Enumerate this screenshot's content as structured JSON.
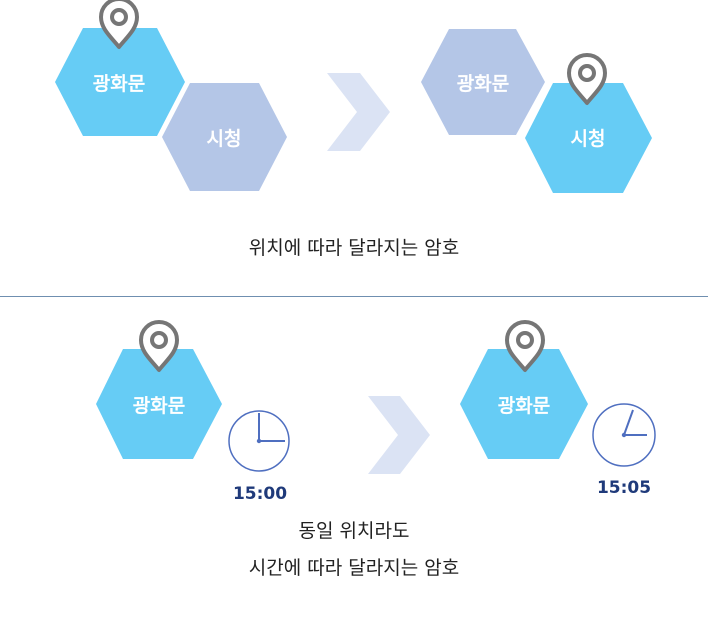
{
  "top": {
    "before": {
      "hex1": "광화문",
      "hex2": "시청"
    },
    "after": {
      "hex1": "광화문",
      "hex2": "시청"
    },
    "caption": "위치에 따라 달라지는 암호"
  },
  "bottom": {
    "before": {
      "hex": "광화문",
      "time": "15:00"
    },
    "after": {
      "hex": "광화문",
      "time": "15:05"
    },
    "caption_line1": "동일 위치라도",
    "caption_line2": "시간에 따라 달라지는 암호"
  },
  "colors": {
    "hex_active": "#66ccf5",
    "hex_inactive": "#b4c6e7",
    "arrow": "#dbe3f4",
    "pin": "#767676",
    "clock": "#4f6fc0",
    "time_text": "#1f3a7a",
    "divider": "#6f8fb0"
  },
  "icons": [
    "location-pin-icon",
    "clock-icon",
    "chevron-right-icon"
  ]
}
